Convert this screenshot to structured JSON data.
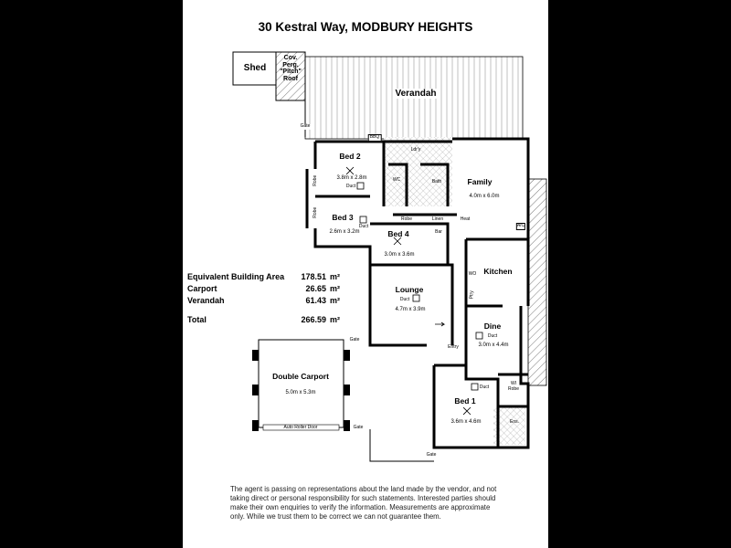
{
  "title": "30 Kestral Way, MODBURY HEIGHTS",
  "rooms": {
    "shed": "Shed",
    "pergola": [
      "Cov.",
      "Perg.",
      "\"Pitch\"",
      "Roof"
    ],
    "verandah": "Verandah",
    "bbq": "BBQ",
    "laundry": "Ldr'y",
    "wc": "WC",
    "bath": "Bath",
    "bed2": {
      "name": "Bed 2",
      "size": "3.8m x 2.8m",
      "duct": "Duct"
    },
    "robe_a": "Robe",
    "robe_b": "Robe",
    "bed3": {
      "name": "Bed 3",
      "size": "2.6m x 3.2m",
      "duct": "Duct"
    },
    "robe_c": "Robe",
    "linen": "Linen",
    "heat": "Heat",
    "bar": "Bar",
    "bed4": {
      "name": "Bed 4",
      "size": "3.0m x 3.6m"
    },
    "family": {
      "name": "Family",
      "size": "4.0m x 6.0m"
    },
    "ac": "A/C",
    "kitchen": "Kitchen",
    "wo": "WO",
    "pantry": "Ptry",
    "lounge": {
      "name": "Lounge",
      "size": "4.7m x 3.9m",
      "duct": "Duct"
    },
    "dine": {
      "name": "Dine",
      "size": "3.0m x 4.4m",
      "duct": "Duct"
    },
    "entry": "Entry",
    "bed1": {
      "name": "Bed 1",
      "size": "3.6m x 4.6m",
      "duct": "Duct"
    },
    "wirobe": [
      "WI",
      "Robe"
    ],
    "ens": "Ens.",
    "carport": {
      "name": "Double Carport",
      "size": "5.0m x 5.3m",
      "door": "Auto Roller Door"
    },
    "gates": [
      "Gate",
      "Gate",
      "Gate",
      "Gate"
    ]
  },
  "areas": [
    {
      "name": "Equivalent Building Area",
      "value": "178.51",
      "unit": "m²"
    },
    {
      "name": "Carport",
      "value": "26.65",
      "unit": "m²"
    },
    {
      "name": "Verandah",
      "value": "61.43",
      "unit": "m²"
    },
    {
      "name": "Total",
      "value": "266.59",
      "unit": "m²"
    }
  ],
  "disclaimer": "The agent is passing on representations about the land made by the vendor, and not taking direct or personal responsibility for such statements. Interested parties should make their own enquiries to verify the information. Measurements are approximate only. While we trust them to be correct we can not guarantee them."
}
